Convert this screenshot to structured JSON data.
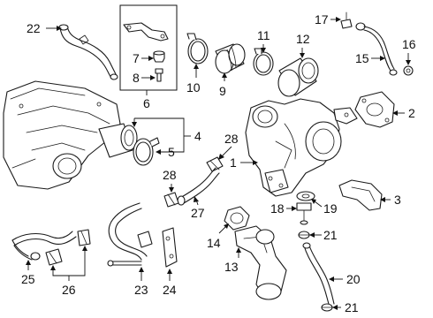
{
  "diagram": {
    "callouts": {
      "c1": "1",
      "c2": "2",
      "c3": "3",
      "c4": "4",
      "c5": "5",
      "c6": "6",
      "c7": "7",
      "c8": "8",
      "c9": "9",
      "c10": "10",
      "c11": "11",
      "c12": "12",
      "c13": "13",
      "c14": "14",
      "c15": "15",
      "c16": "16",
      "c17": "17",
      "c18": "18",
      "c19": "19",
      "c20": "20",
      "c21a": "21",
      "c21b": "21",
      "c22": "22",
      "c23": "23",
      "c24": "24",
      "c25": "25",
      "c26": "26",
      "c27": "27",
      "c28a": "28",
      "c28b": "28"
    }
  }
}
